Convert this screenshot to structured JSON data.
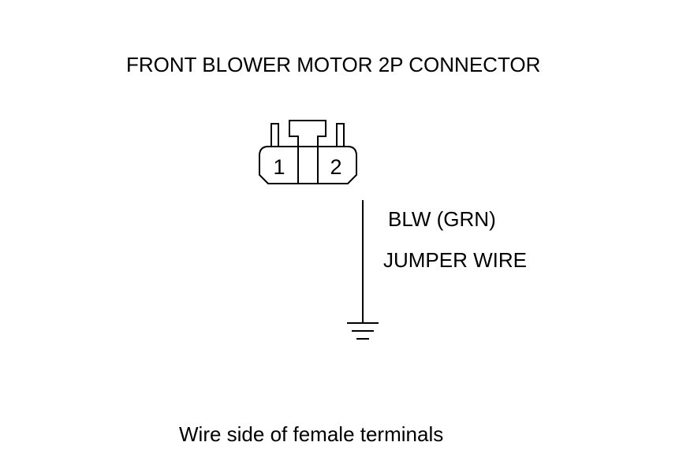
{
  "diagram": {
    "title": "FRONT BLOWER MOTOR 2P CONNECTOR",
    "connector": {
      "pins": [
        "1",
        "2"
      ]
    },
    "wire_label": "BLW (GRN)",
    "jumper_label": "JUMPER WIRE",
    "caption": "Wire side of female terminals"
  }
}
